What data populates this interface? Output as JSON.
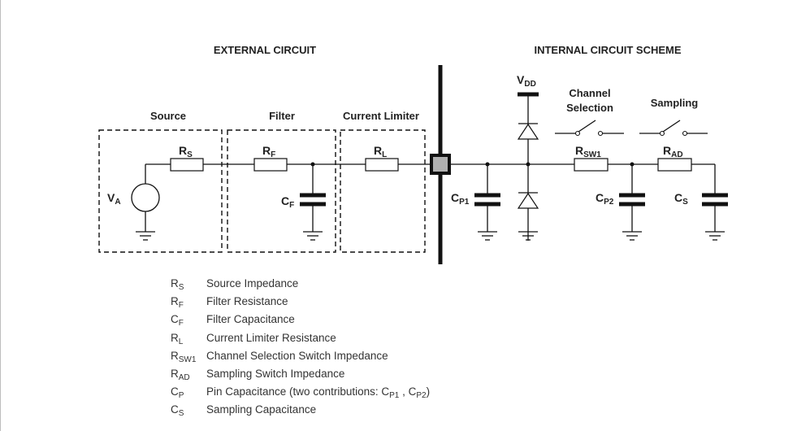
{
  "diagram": {
    "titles": {
      "external": "EXTERNAL CIRCUIT",
      "internal": "INTERNAL CIRCUIT SCHEME"
    },
    "sections": {
      "source": "Source",
      "filter": "Filter",
      "current_limiter": "Current Limiter",
      "channel_selection_line1": "Channel",
      "channel_selection_line2": "Selection",
      "sampling": "Sampling"
    },
    "components": {
      "va": {
        "main": "V",
        "sub": "A"
      },
      "rs": {
        "main": "R",
        "sub": "S"
      },
      "rf": {
        "main": "R",
        "sub": "F"
      },
      "cf": {
        "main": "C",
        "sub": "F"
      },
      "rl": {
        "main": "R",
        "sub": "L"
      },
      "cp1": {
        "main": "C",
        "sub": "P1"
      },
      "vdd": {
        "main": "V",
        "sub": "DD"
      },
      "rsw1": {
        "main": "R",
        "sub": "SW1"
      },
      "cp2": {
        "main": "C",
        "sub": "P2"
      },
      "rad": {
        "main": "R",
        "sub": "AD"
      },
      "cs": {
        "main": "C",
        "sub": "S"
      }
    }
  },
  "legend": [
    {
      "sym": "R",
      "sub": "S",
      "desc": "Source Impedance"
    },
    {
      "sym": "R",
      "sub": "F",
      "desc": "Filter Resistance"
    },
    {
      "sym": "C",
      "sub": "F",
      "desc": "Filter Capacitance"
    },
    {
      "sym": "R",
      "sub": "L",
      "desc": "Current Limiter Resistance"
    },
    {
      "sym": "R",
      "sub": "SW1",
      "desc": "Channel Selection Switch Impedance"
    },
    {
      "sym": "R",
      "sub": "AD",
      "desc": "Sampling Switch Impedance"
    },
    {
      "sym": "C",
      "sub": "P",
      "desc": "Pin Capacitance (two contributions: C",
      "extra": [
        {
          "sub": "P1",
          "sep": " , C"
        },
        {
          "sub": "P2",
          "sep": ")"
        }
      ]
    },
    {
      "sym": "C",
      "sub": "S",
      "desc": "Sampling Capacitance"
    }
  ]
}
